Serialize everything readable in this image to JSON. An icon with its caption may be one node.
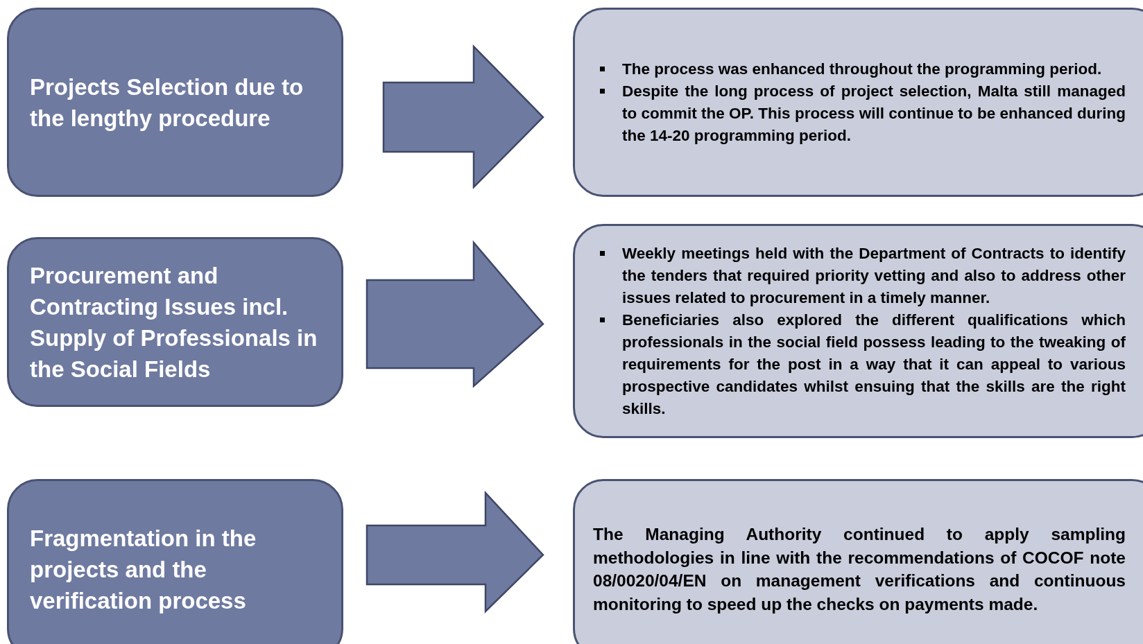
{
  "diagram": {
    "nodes": [
      {
        "text": [
          "Projects Selection due to the lengthy procedure"
        ]
      },
      {
        "text": [
          "The process was enhanced throughout the programming period.",
          "Despite the long process of project selection, Malta still managed to commit the OP. This process will continue to be enhanced during the 14-20 programming period."
        ]
      },
      {
        "text": [
          "Procurement and Contracting Issues incl. Supply of Professionals in the Social Fields"
        ]
      },
      {
        "text": [
          "Weekly meetings held with the Department of Contracts to identify the tenders that required priority vetting and also to address other issues related to procurement in a timely manner.",
          "Beneficiaries also explored the different qualifications which professionals in the social field possess leading to the tweaking of requirements for the post in a way that it can appeal to various prospective candidates whilst ensuing that the skills are the right skills."
        ]
      },
      {
        "text": [
          "Fragmentation in the projects and the verification process"
        ]
      },
      {
        "text": [
          "**The Managing Authority continued to apply sampling methodologies in line with the recommendations of COCOF note 08/0020/04/EN on management verifications and continuous monitoring to speed up the checks on payments made**."
        ]
      }
    ],
    "edges": [
      {
        "from": 0,
        "to": 1,
        "arrow": "to"
      },
      {
        "from": 2,
        "to": 3,
        "arrow": "to"
      },
      {
        "from": 4,
        "to": 5,
        "arrow": "to"
      }
    ]
  }
}
